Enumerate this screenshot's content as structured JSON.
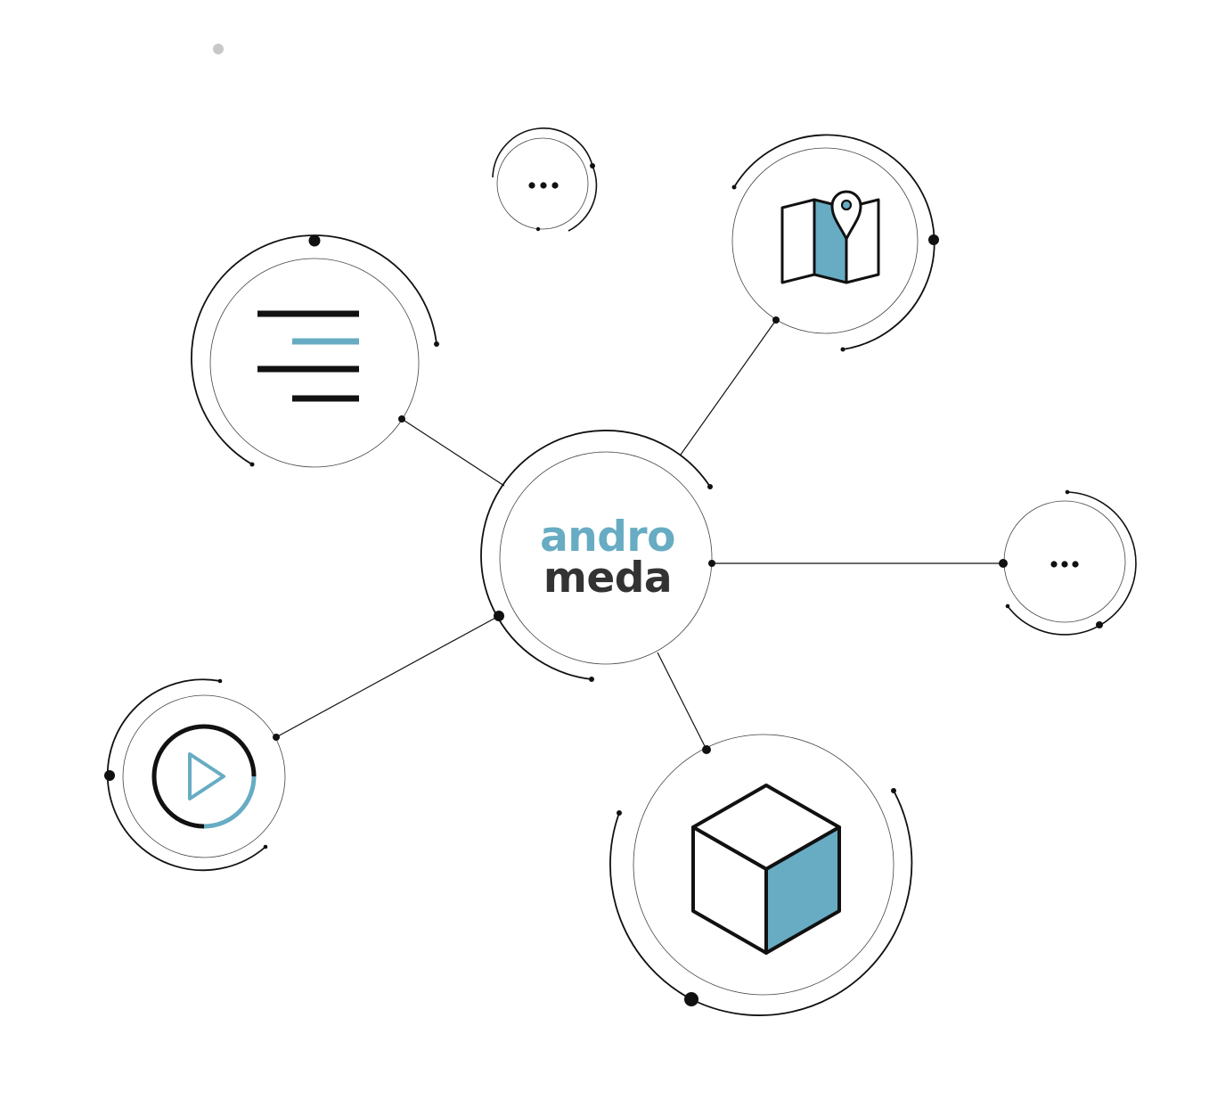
{
  "brand": {
    "line1": "andro",
    "line2": "meda"
  },
  "colors": {
    "accent": "#67acc3",
    "ink": "#111111",
    "logo_dark": "#333333",
    "indicator": "#c8c8c8"
  },
  "nodes": [
    {
      "id": "center-hub",
      "icon": "andromeda-logo"
    },
    {
      "id": "top-small-node",
      "icon": "ellipsis-icon",
      "label": "•••"
    },
    {
      "id": "map-node",
      "icon": "map-pin-icon"
    },
    {
      "id": "text-align-node",
      "icon": "text-align-right-icon"
    },
    {
      "id": "right-small-node",
      "icon": "ellipsis-icon",
      "label": "•••"
    },
    {
      "id": "play-node",
      "icon": "play-progress-icon",
      "progress": 0.25
    },
    {
      "id": "cube-node",
      "icon": "cube-icon"
    }
  ]
}
